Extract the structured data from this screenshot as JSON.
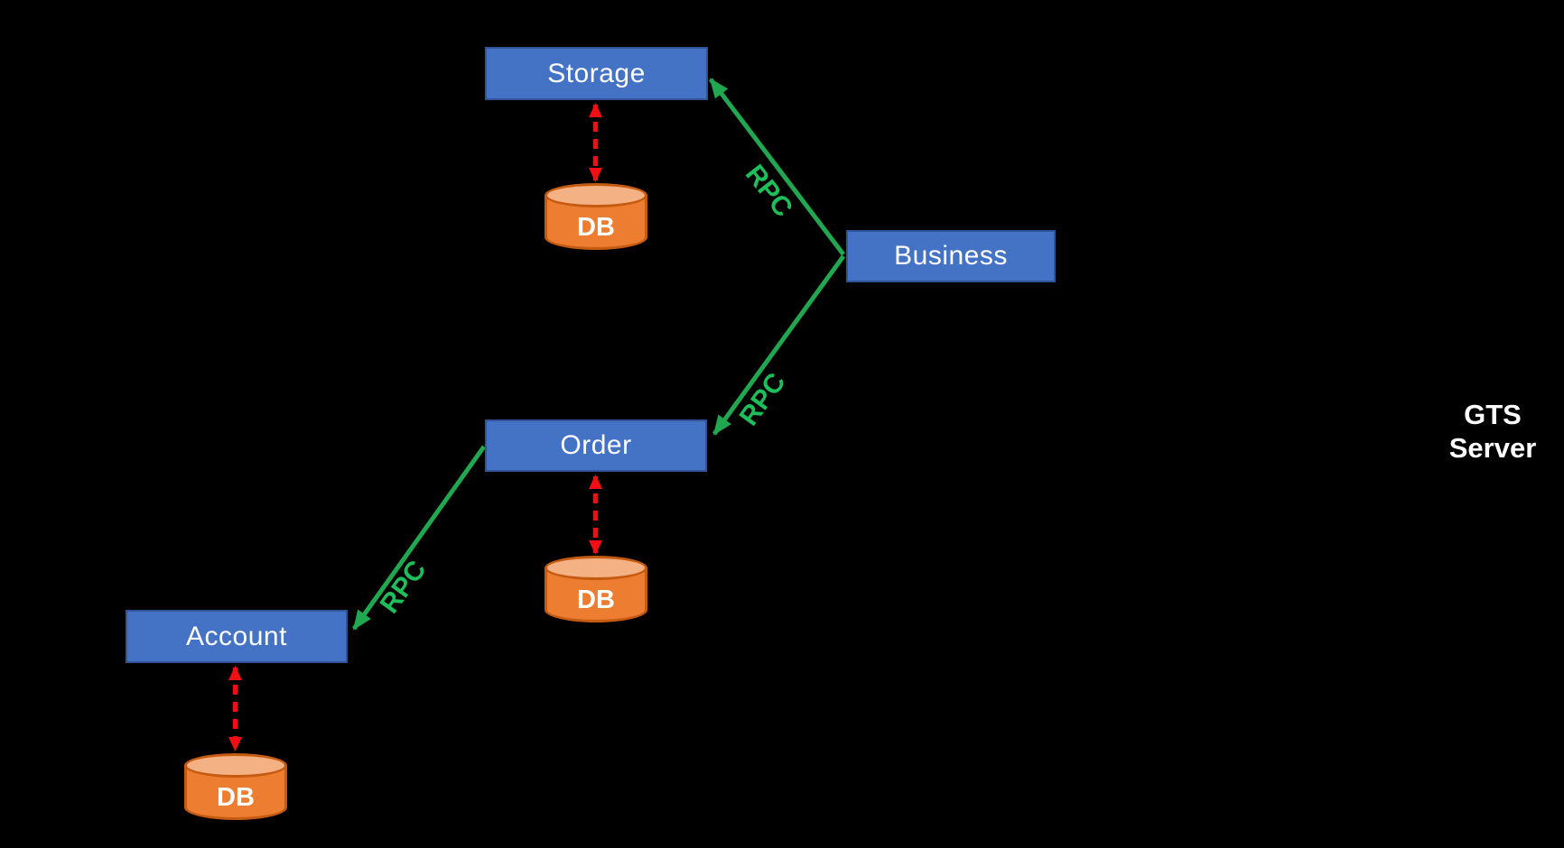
{
  "diagram": {
    "background": "#000000",
    "colors": {
      "node_fill": "#4472C4",
      "node_border": "#2F5597",
      "node_text": "#FFFFFF",
      "db_fill": "#ED7D31",
      "db_top_fill": "#F4B183",
      "db_border": "#C55A11",
      "rpc_arrow_green": "#21A750",
      "rpc_label_green": "#1EBE5A",
      "db_link_red": "#F20F14",
      "annotation_text": "#FFFFFF"
    },
    "nodes": [
      {
        "id": "storage",
        "label": "Storage"
      },
      {
        "id": "business",
        "label": "Business"
      },
      {
        "id": "order",
        "label": "Order"
      },
      {
        "id": "account",
        "label": "Account"
      }
    ],
    "databases": [
      {
        "id": "storage-db",
        "label": "DB",
        "attached_to": "storage"
      },
      {
        "id": "order-db",
        "label": "DB",
        "attached_to": "order"
      },
      {
        "id": "account-db",
        "label": "DB",
        "attached_to": "account"
      }
    ],
    "edges": {
      "rpc": [
        {
          "from": "business",
          "to": "storage",
          "label": "RPC",
          "style": "solid-green-arrow"
        },
        {
          "from": "business",
          "to": "order",
          "label": "RPC",
          "style": "solid-green-arrow"
        },
        {
          "from": "order",
          "to": "account",
          "label": "RPC",
          "style": "solid-green-arrow"
        }
      ],
      "db_links": [
        {
          "from": "storage",
          "to": "storage-db",
          "style": "red-dashed-double-arrow"
        },
        {
          "from": "order",
          "to": "order-db",
          "style": "red-dashed-double-arrow"
        },
        {
          "from": "account",
          "to": "account-db",
          "style": "red-dashed-double-arrow"
        }
      ]
    },
    "annotation": {
      "line1": "GTS",
      "line2": "Server"
    }
  }
}
